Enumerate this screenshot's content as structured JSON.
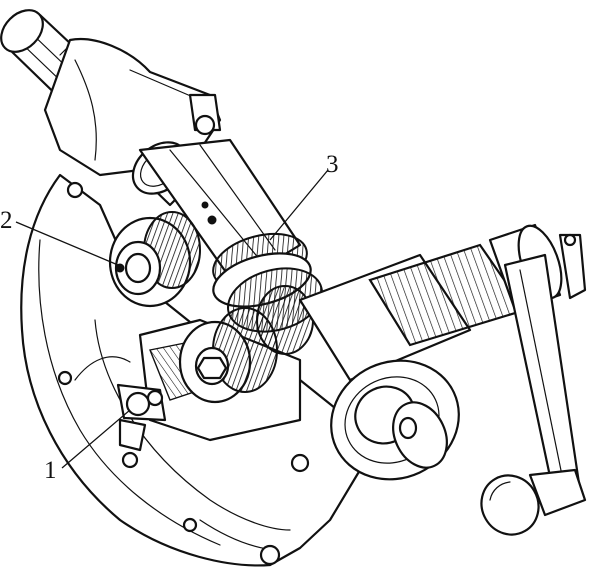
{
  "callouts": [
    {
      "id": "1",
      "text": "1"
    },
    {
      "id": "2",
      "text": "2"
    },
    {
      "id": "3",
      "text": "3"
    }
  ],
  "style": {
    "ink": "#111111",
    "background": "#ffffff"
  }
}
